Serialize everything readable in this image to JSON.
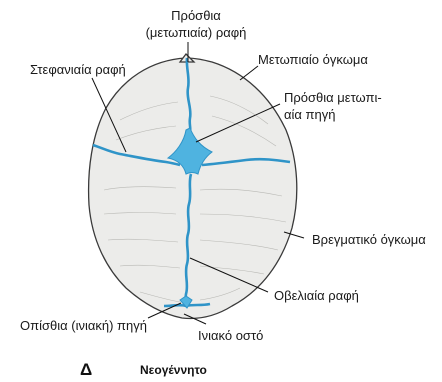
{
  "labels": {
    "anterior_suture_line1": "Πρόσθια",
    "anterior_suture_line2": "(μετωπιαία) ραφή",
    "frontal_eminence": "Μετωπιαίο όγκωμα",
    "anterior_fontanelle_line1": "Πρόσθια μετωπι-",
    "anterior_fontanelle_line2": "αία πηγή",
    "coronal_suture": "Στεφανιαία ραφή",
    "parietal_eminence": "Βρεγματικό όγκωμα",
    "sagittal_suture": "Οβελιαία ραφή",
    "posterior_fontanelle": "Οπίσθια (ινιακή) πηγή",
    "occipital_bone": "Ινιακό οστό"
  },
  "panel_letter": "Δ",
  "caption": "Νεογέννητο",
  "colors": {
    "suture": "#2f94c8",
    "fontanelle": "#4fb3e0",
    "bone_fill": "#ececea",
    "outline": "#3a3a3a"
  }
}
